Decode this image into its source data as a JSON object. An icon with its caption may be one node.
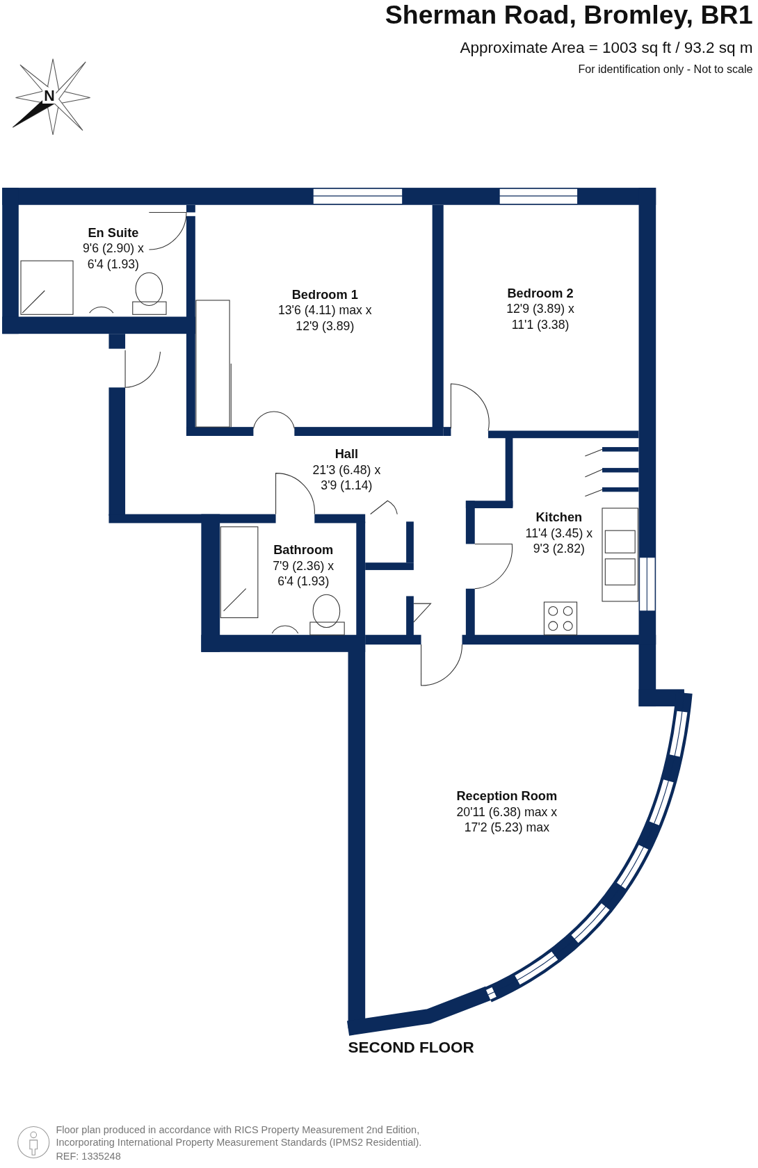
{
  "diagram": {
    "title": "Sherman Road, Bromley, BR1",
    "nodes": [
      {
        "text": [
          "En Suite",
          "9'6 (2.90) x 6'4 (1.93)"
        ]
      },
      {
        "text": [
          "Bedroom 1",
          "13'6 (4.11) max x 12'9 (3.89)"
        ]
      },
      {
        "text": [
          "Bedroom 2",
          "12'9 (3.89) x 11'1 (3.38)"
        ]
      },
      {
        "text": [
          "Hall",
          "21'3 (6.48) x 3'9 (1.14)"
        ]
      },
      {
        "text": [
          "Kitchen",
          "11'4 (3.45) x 9'3 (2.82)"
        ]
      },
      {
        "text": [
          "Bathroom",
          "7'9 (2.36) x 6'4 (1.93)"
        ]
      },
      {
        "text": [
          "Reception Room",
          "20'11 (6.38) max x 17'2 (5.23) max"
        ]
      }
    ],
    "labels": [
      "Approximate Area = 1003 sq ft / 93.2 sq m",
      "For identification only - Not to scale",
      "N",
      "SECOND FLOOR",
      "Floor plan produced in accordance with RICS Property Measurement 2nd Edition, Incorporating International Property Measurement Standards (IPMS2 Residential).",
      "REF: 1335248"
    ]
  }
}
